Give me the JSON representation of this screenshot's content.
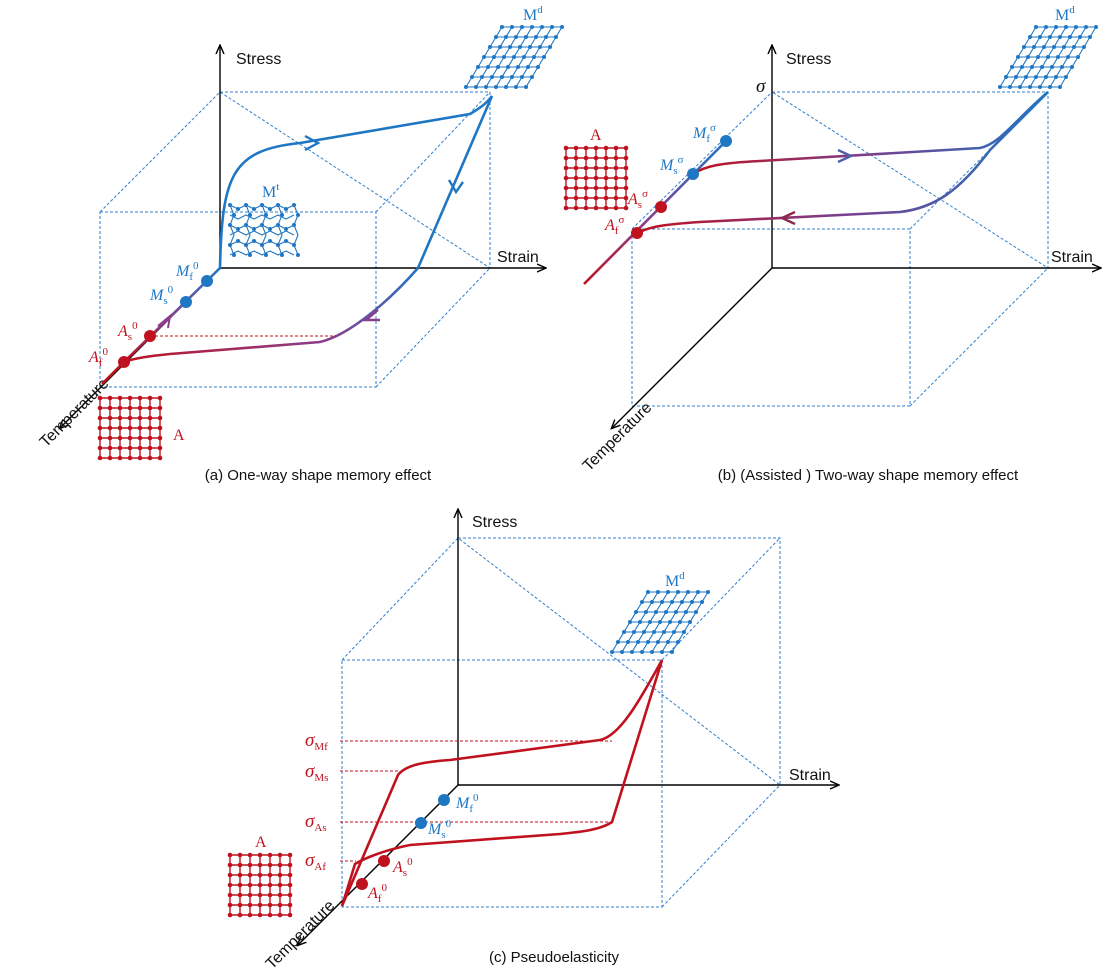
{
  "panel_a": {
    "caption": "(a) One-way shape memory effect",
    "axis_stress": "Stress",
    "axis_strain": "Strain",
    "axis_temperature": "Temperature",
    "label_Md": "Md",
    "label_Mt": "Mt",
    "label_A": "A",
    "point_Mf": "Mf0",
    "point_Ms": "Ms0",
    "point_As": "As0",
    "point_Af": "Af0"
  },
  "panel_b": {
    "caption": "(b) (Assisted ) Two-way shape memory effect",
    "axis_stress": "Stress",
    "axis_strain": "Strain",
    "axis_temperature": "Temperature",
    "sigma": "σ",
    "label_Md": "Md",
    "label_A": "A",
    "point_Mf": "Mfσ",
    "point_Ms": "Msσ",
    "point_As": "Asσ",
    "point_Af": "Afσ"
  },
  "panel_c": {
    "caption": "(c) Pseudoelasticity",
    "axis_stress": "Stress",
    "axis_strain": "Strain",
    "axis_temperature": "Temperature",
    "label_Md": "Md",
    "label_A": "A",
    "sigma_Mf": "σMf",
    "sigma_Ms": "σMs",
    "sigma_As": "σAs",
    "sigma_Af": "σAf",
    "point_Mf": "Mf0",
    "point_Ms": "Ms0",
    "point_As": "As0",
    "point_Af": "Af0"
  },
  "colors": {
    "austenite": "#c0121e",
    "martensite": "#1f77c4",
    "box": "#2f7fd0"
  }
}
